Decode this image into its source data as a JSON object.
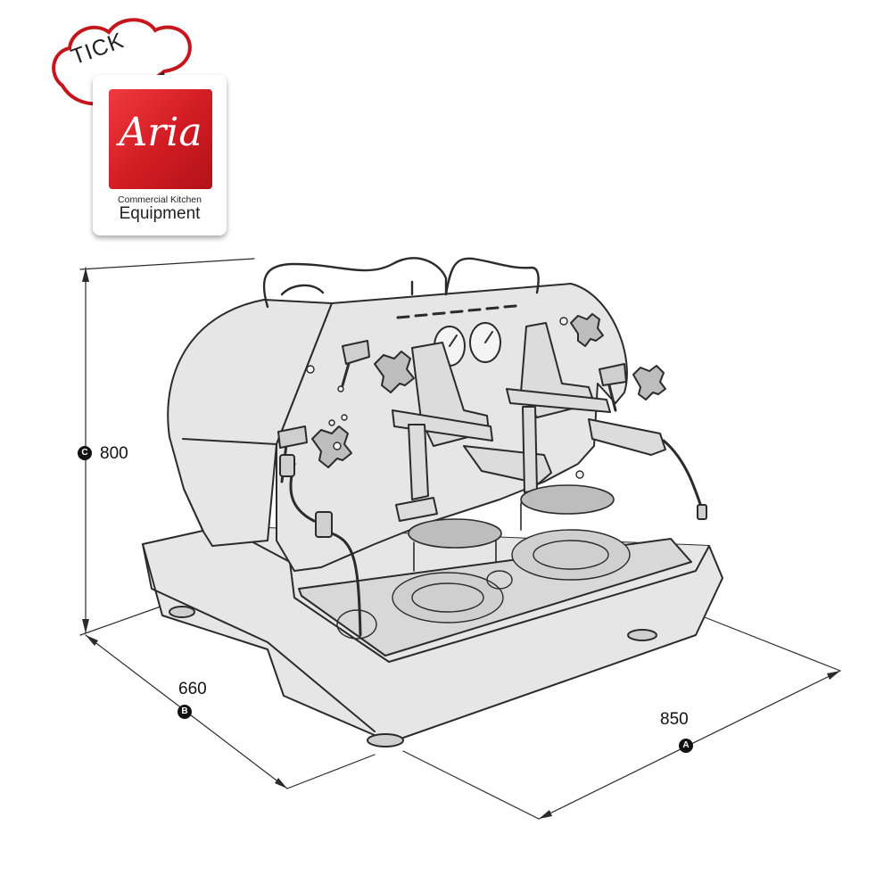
{
  "logo": {
    "tick_text": "TICK",
    "brand": "Aria",
    "subtitle": "Commercial Kitchen",
    "tagline": "Equipment",
    "colors": {
      "brand_red": "#d11b22",
      "outline": "#222222"
    }
  },
  "dimensions": {
    "width": {
      "badge": "A",
      "value": "850"
    },
    "depth": {
      "badge": "B",
      "value": "660"
    },
    "height": {
      "badge": "C",
      "value": "800"
    }
  },
  "drawing": {
    "subject": "espresso-machine-icon",
    "line_color": "#2b2b2b",
    "body_fill": "#e6e6e6"
  }
}
